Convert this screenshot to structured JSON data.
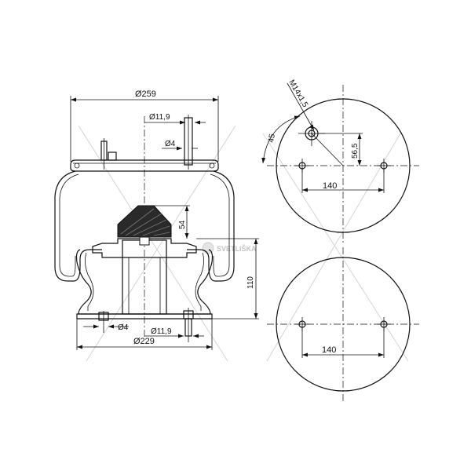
{
  "watermark": {
    "text": "SVETLIŠKA",
    "color": "#c8c8c8"
  },
  "side_view": {
    "dim_top_diameter": "Ø259",
    "dim_top_bolt": "Ø11,9",
    "dim_top_pin": "Ø4",
    "dim_piston_height": "54",
    "dim_total_height": "110",
    "dim_bottom_pin": "Ø4",
    "dim_bottom_bolt": "Ø11,9",
    "dim_bottom_diameter": "Ø229"
  },
  "top_plate": {
    "thread": "M14x1,5",
    "angle": "45",
    "offset": "56,5",
    "bolt_spacing": "140"
  },
  "bottom_plate": {
    "bolt_spacing": "140"
  }
}
